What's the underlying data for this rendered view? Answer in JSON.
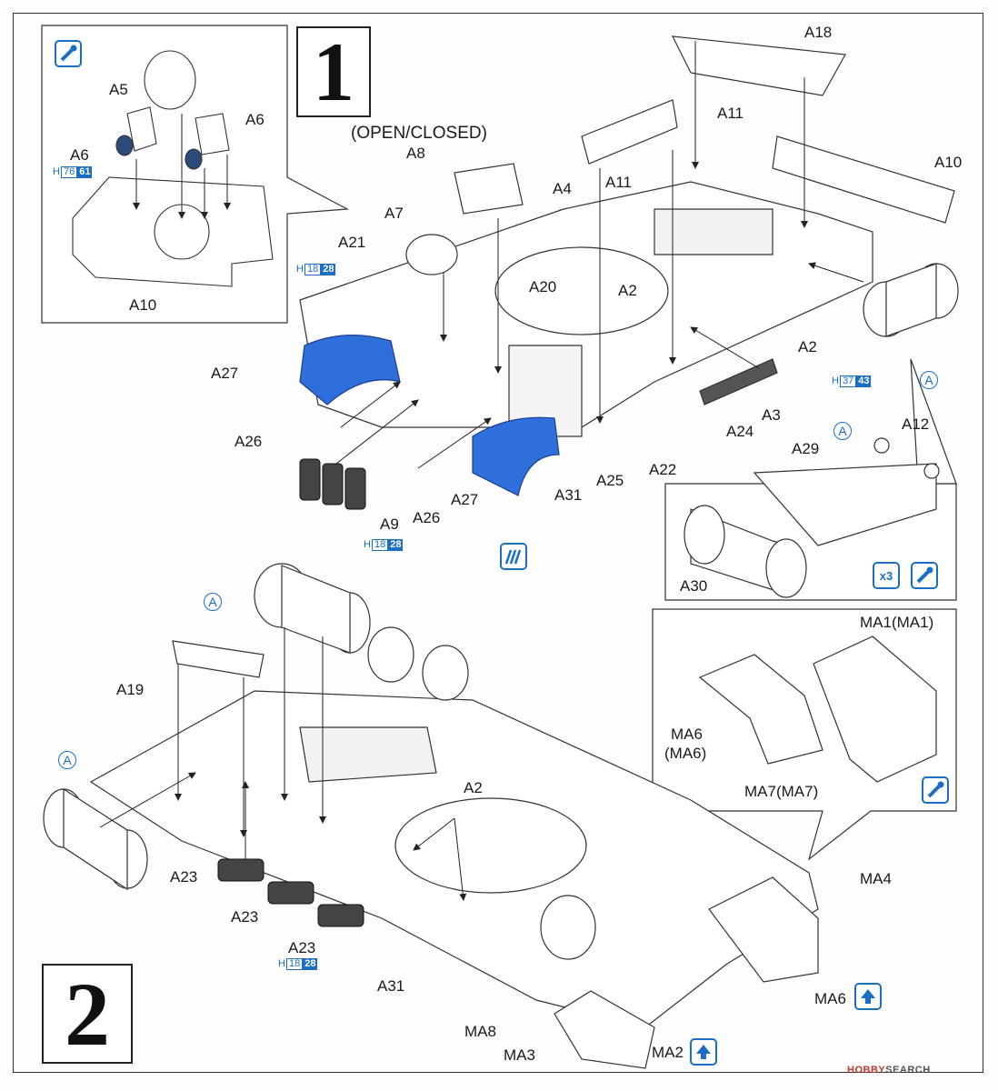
{
  "steps": {
    "step1": "1",
    "step2": "2"
  },
  "note_open_closed": "(OPEN/CLOSED)",
  "labels": {
    "a5": "A5",
    "a6_left": "A6",
    "a6_right": "A6",
    "a10_inset": "A10",
    "a21": "A21",
    "a7": "A7",
    "a8": "A8",
    "a4": "A4",
    "a11_top": "A11",
    "a11_mid": "A11",
    "a18": "A18",
    "a10_right": "A10",
    "a20": "A20",
    "a2_upper": "A2",
    "a2_right": "A2",
    "a27_upper": "A27",
    "a26_upper": "A26",
    "a31_upper": "A31",
    "a25": "A25",
    "a22": "A22",
    "a24": "A24",
    "a3": "A3",
    "a9": "A9",
    "a26_lower": "A26",
    "a27_lower": "A27",
    "a12": "A12",
    "a29": "A29",
    "a30": "A30",
    "a19": "A19",
    "a2_lower": "A2",
    "a23_1": "A23",
    "a23_2": "A23",
    "a23_3": "A23",
    "a31_lower": "A31",
    "ma1": "MA1(MA1)",
    "ma6_inset_1": "MA6",
    "ma6_inset_2": "(MA6)",
    "ma7": "MA7(MA7)",
    "ma4": "MA4",
    "ma6_lower": "MA6",
    "ma8": "MA8",
    "ma3": "MA3",
    "ma2": "MA2"
  },
  "callouts": {
    "a_top_right": "A",
    "a_inset": "A",
    "a_step2_top": "A",
    "a_step2_left": "A"
  },
  "badges": {
    "a6": {
      "h": "H",
      "c1": "76",
      "c2": "61"
    },
    "a21": {
      "h": "H",
      "c1": "18",
      "c2": "28"
    },
    "a3": {
      "h": "H",
      "c1": "37",
      "c2": "43"
    },
    "a9": {
      "h": "H",
      "c1": "18",
      "c2": "28"
    },
    "a23": {
      "h": "H",
      "c1": "18",
      "c2": "28"
    }
  },
  "times_three": "x3",
  "icons": [
    "glue-icon",
    "paint-pattern-icon",
    "glue-icon",
    "glue-icon",
    "up-arrow-icon",
    "up-arrow-icon"
  ],
  "watermark": {
    "brand": "HOBBY",
    "rest": "SEARCH"
  },
  "colors": {
    "accent": "#1a6fc4",
    "part_blue": "#2f6fdc",
    "line": "#222222",
    "track": "#444444"
  }
}
